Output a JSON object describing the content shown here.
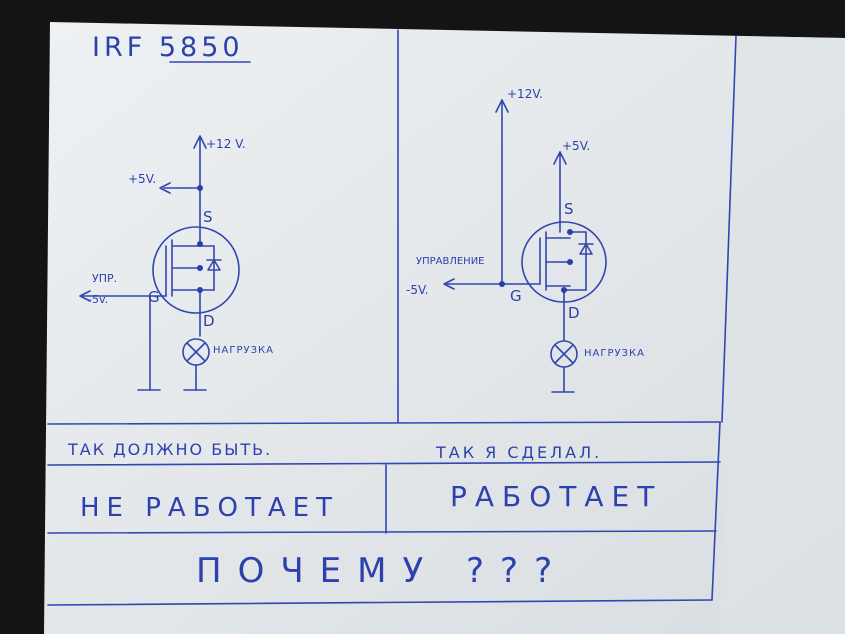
{
  "title": "IRF 5850",
  "left_circuit": {
    "supply_label": "+12 V.",
    "branch_label": "+5V.",
    "source_label": "S",
    "gate_label": "G",
    "drain_label": "D",
    "control_label_1": "УПР.",
    "control_label_2": "-5v.",
    "load_label": "НАГРУЗКА"
  },
  "right_circuit": {
    "supply_label": "+12V.",
    "source_supply_label": "+5V.",
    "source_label": "S",
    "gate_label": "G",
    "drain_label": "D",
    "control_label": "УПРАВЛЕНИЕ",
    "control_voltage": "-5V.",
    "load_label": "НАГРУЗКА"
  },
  "table": {
    "left_caption": "ТАК ДОЛЖНО БЫТЬ.",
    "right_caption": "ТАК Я СДЕЛАЛ.",
    "left_status": "НЕ РАБОТАЕТ",
    "right_status": "РАБОТАЕТ",
    "question": "ПОЧЕМУ ???"
  },
  "colors": {
    "paper": "#e9ecee",
    "ink": "#3346b0",
    "background": "#141414"
  }
}
